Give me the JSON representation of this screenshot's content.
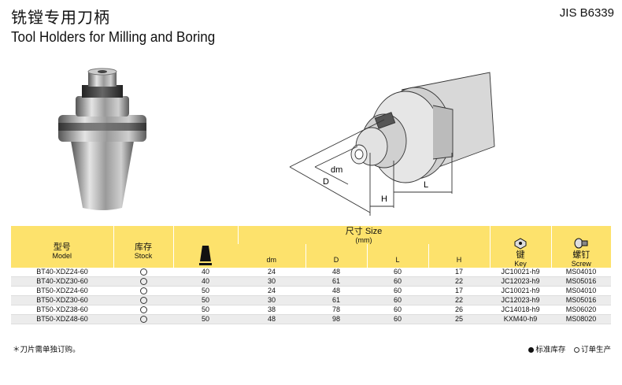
{
  "header": {
    "title_zh": "铣镗专用刀柄",
    "title_en": "Tool Holders for Milling and Boring",
    "standard": "JIS B6339"
  },
  "drawing": {
    "dims": {
      "dm": "dm",
      "D": "D",
      "H": "H",
      "L": "L"
    }
  },
  "table": {
    "headers": {
      "model_zh": "型号",
      "model_en": "Model",
      "stock_zh": "库存",
      "stock_en": "Stock",
      "size_zh": "尺寸 Size",
      "size_unit": "(mm)",
      "dm": "dm",
      "D": "D",
      "L": "L",
      "H": "H",
      "key_zh": "键",
      "key_en": "Key",
      "screw_zh": "螺钉",
      "screw_en": "Screw"
    },
    "rows": [
      {
        "model": "BT40-XDZ24-60",
        "taper": "40",
        "dm": "24",
        "D": "48",
        "L": "60",
        "H": "17",
        "key": "JC10021-h9",
        "screw": "MS04010"
      },
      {
        "model": "BT40-XDZ30-60",
        "taper": "40",
        "dm": "30",
        "D": "61",
        "L": "60",
        "H": "22",
        "key": "JC12023-h9",
        "screw": "MS05016"
      },
      {
        "model": "BT50-XDZ24-60",
        "taper": "50",
        "dm": "24",
        "D": "48",
        "L": "60",
        "H": "17",
        "key": "JC10021-h9",
        "screw": "MS04010"
      },
      {
        "model": "BT50-XDZ30-60",
        "taper": "50",
        "dm": "30",
        "D": "61",
        "L": "60",
        "H": "22",
        "key": "JC12023-h9",
        "screw": "MS05016"
      },
      {
        "model": "BT50-XDZ38-60",
        "taper": "50",
        "dm": "38",
        "D": "78",
        "L": "60",
        "H": "26",
        "key": "JC14018-h9",
        "screw": "MS06020"
      },
      {
        "model": "BT50-XDZ48-60",
        "taper": "50",
        "dm": "48",
        "D": "98",
        "L": "60",
        "H": "25",
        "key": "KXM40-h9",
        "screw": "MS08020"
      }
    ]
  },
  "footnote": "＊刀片需单独订购。",
  "legend": {
    "standard_stock": "标准库存",
    "made_to_order": "订单生产"
  },
  "colors": {
    "header_bg": "#fde26c",
    "row_alt": "#ececec"
  }
}
